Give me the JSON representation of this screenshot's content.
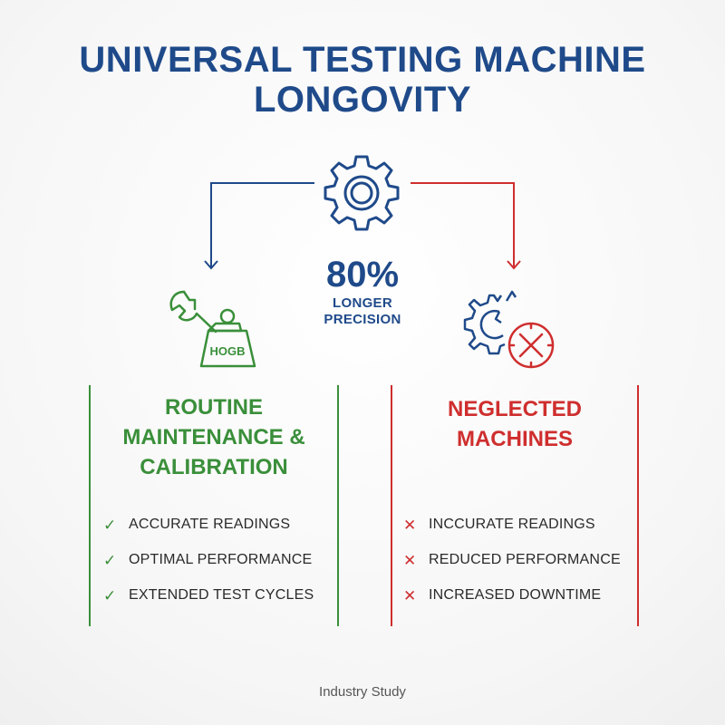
{
  "title": {
    "line1": "UNIVERSAL TESTING MACHINE",
    "line2": "LONGOVITY"
  },
  "stat": {
    "value": "80%",
    "label_line1": "LONGER",
    "label_line2": "PRECISION"
  },
  "weight_label": "HOGB",
  "left": {
    "title_lines": [
      "ROUTINE",
      "MAINTENANCE &",
      "CALIBRATION"
    ],
    "mark": "✓",
    "items": [
      "ACCURATE READINGS",
      "OPTIMAL PERFORMANCE",
      "EXTENDED TEST CYCLES"
    ]
  },
  "right": {
    "title_lines": [
      "NEGLECTED",
      "MACHINES"
    ],
    "mark": "✕",
    "items": [
      "INCCURATE READINGS",
      "REDUCED PERFORMANCE",
      "INCREASED DOWNTIME"
    ]
  },
  "footer": "Industry Study",
  "colors": {
    "blue": "#1f4a8a",
    "green": "#3a8f3a",
    "red": "#cf2e2e"
  }
}
